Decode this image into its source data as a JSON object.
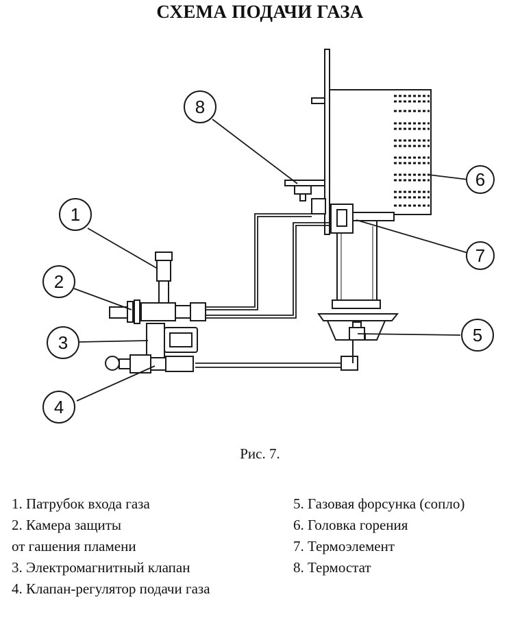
{
  "title": "СХЕМА ПОДАЧИ ГАЗА",
  "caption": "Рис. 7.",
  "callouts": [
    "1",
    "2",
    "3",
    "4",
    "5",
    "6",
    "7",
    "8"
  ],
  "legend_left": [
    "1. Патрубок входа газа",
    "2. Камера защиты",
    "от гашения пламени",
    "3. Электромагнитный клапан",
    "4. Клапан-регулятор подачи газа"
  ],
  "legend_right": [
    "5. Газовая форсунка (сопло)",
    "6. Головка горения",
    "7. Термоэлемент",
    "8. Термостат"
  ]
}
